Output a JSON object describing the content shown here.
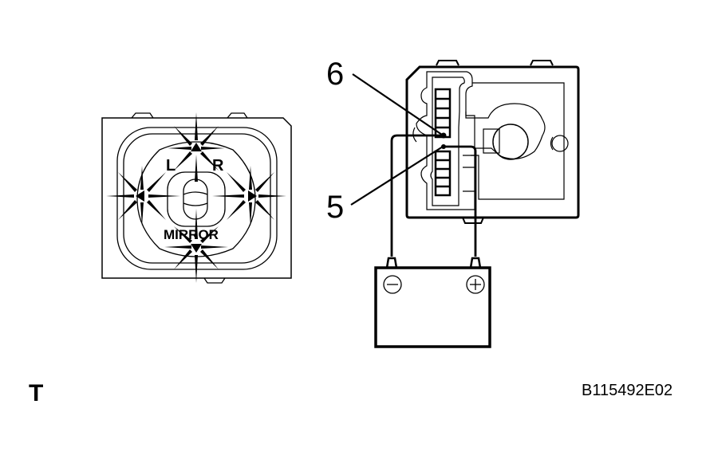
{
  "figure": {
    "code": "B115492E02",
    "view_mark": "T"
  },
  "switch": {
    "label_top_left": "L",
    "label_top_right": "R",
    "label_bottom": "MIRROR",
    "arrows": [
      "up",
      "left",
      "right",
      "down"
    ]
  },
  "connector": {
    "terminal_upper": "6",
    "terminal_lower": "5"
  },
  "battery": {
    "negative_symbol": "−",
    "positive_symbol": "+"
  },
  "colors": {
    "ink": "#000000",
    "background": "#ffffff"
  }
}
